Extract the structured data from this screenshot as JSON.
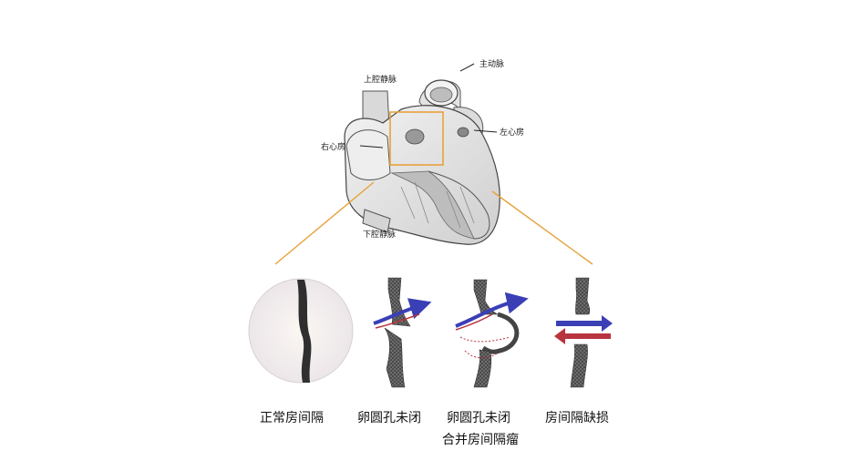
{
  "heart_labels": {
    "aorta": "主动脉",
    "superior_vena_cava": "上腔静脉",
    "right_atrium": "右心房",
    "left_atrium": "左心房",
    "inferior_vena_cava": "下腔静脉"
  },
  "captions": {
    "normal": "正常房间隔",
    "pfo": "卵圆孔未闭",
    "pfo_aneurysm_line1": "卵圆孔未闭",
    "pfo_aneurysm_line2": "合并房间隔瘤",
    "asd": "房间隔缺损"
  },
  "colors": {
    "highlight_box": "#e8a13c",
    "connector_lines": "#e8a13c",
    "arrow_blue": "#3b3fb5",
    "arrow_red": "#b8343e",
    "septum": "#3a3a3a",
    "heart_fill": "#e6e6e6"
  }
}
